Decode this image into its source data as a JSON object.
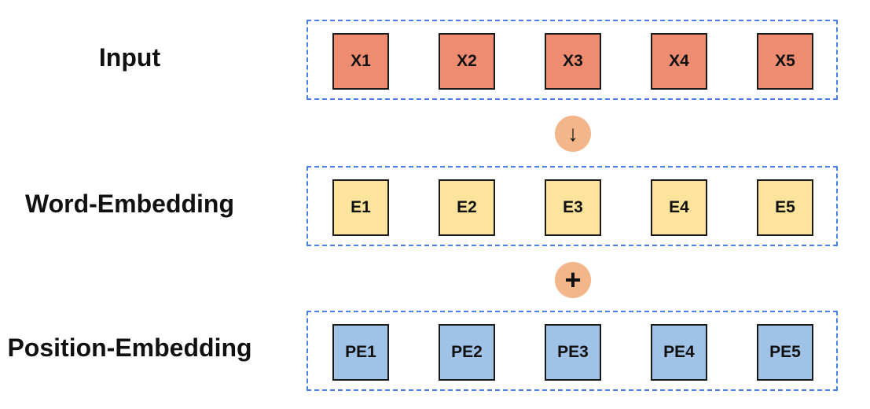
{
  "rows": [
    {
      "label": "Input",
      "fill": "#ee8c72",
      "tokens": [
        "X1",
        "X2",
        "X3",
        "X4",
        "X5"
      ]
    },
    {
      "label": "Word-Embedding",
      "fill": "#fde49c",
      "tokens": [
        "E1",
        "E2",
        "E3",
        "E4",
        "E5"
      ]
    },
    {
      "label": "Position-Embedding",
      "fill": "#9fc2e6",
      "tokens": [
        "PE1",
        "PE2",
        "PE3",
        "PE4",
        "PE5"
      ]
    }
  ],
  "operators": [
    {
      "symbol": "↓",
      "meaning": "arrow-down"
    },
    {
      "symbol": "+",
      "meaning": "plus"
    }
  ],
  "colors": {
    "border_dashed": "#4a7fe6",
    "operator_fill": "#f2b68a"
  }
}
